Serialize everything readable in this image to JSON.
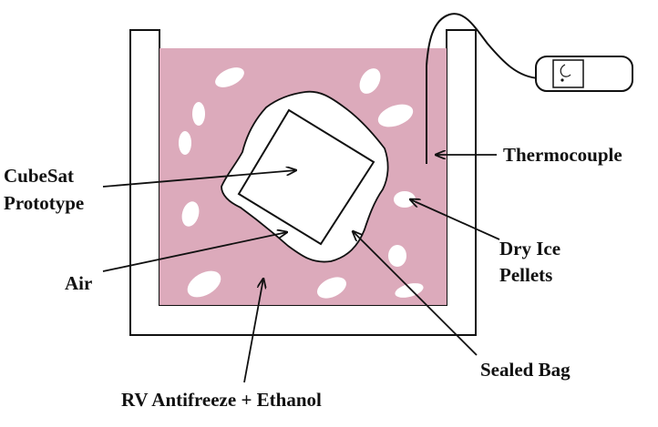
{
  "diagram": {
    "labels": {
      "cubesat_line1": "CubeSat",
      "cubesat_line2": "Prototype",
      "air": "Air",
      "antifreeze": "RV Antifreeze + Ethanol",
      "sealed_bag": "Sealed Bag",
      "thermocouple": "Thermocouple",
      "dry_ice_line1": "Dry Ice",
      "dry_ice_line2": "Pellets"
    },
    "colors": {
      "liquid": "#dcaabb",
      "container": "#ffffff",
      "outline": "#111111",
      "pellet": "#ffffff"
    }
  }
}
